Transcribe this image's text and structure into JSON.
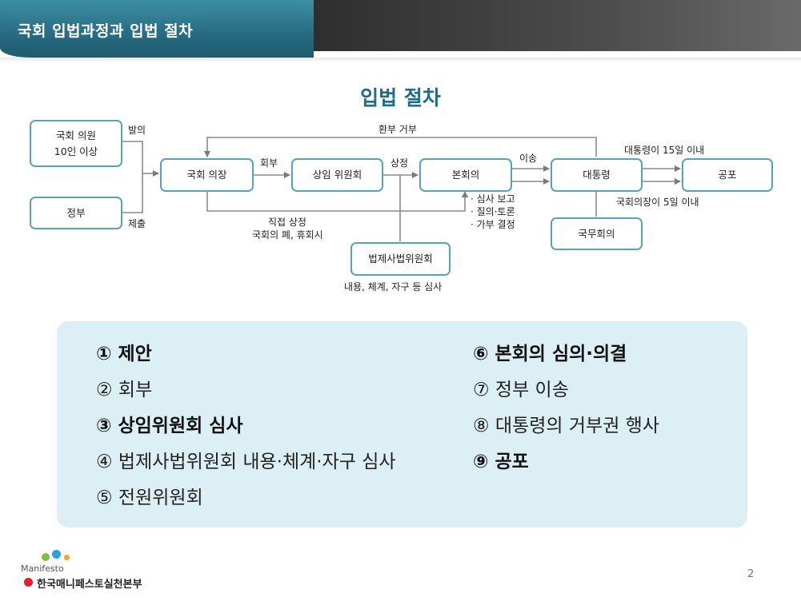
{
  "header": {
    "title": "국회 입법과정과 입법 절차"
  },
  "diagram": {
    "title": "입법 절차",
    "nodes": {
      "members": "국회 의원\n10인 이상",
      "government": "정부",
      "speaker": "국회 의장",
      "committee": "상임 위원회",
      "plenary": "본회의",
      "president": "대통령",
      "promulgation": "공포",
      "legislation_committee": "법제사법위원회",
      "cabinet": "국무회의"
    },
    "labels": {
      "propose": "발의",
      "submit": "제출",
      "refer": "회부",
      "table": "상정",
      "transfer": "이송",
      "veto": "환부 거부",
      "within15": "대통령이 15일 이내",
      "within5": "국회의장이 5일 이내",
      "direct_line1": "직접 상정",
      "direct_line2": "국회의 폐, 휴회시",
      "plenary_notes": [
        "· 심사 보고",
        "· 질의·토론",
        "· 가부 결정"
      ],
      "review_note": "내용, 체계, 자구 등 심사"
    }
  },
  "steps": {
    "s1": "① 제안",
    "s2": "② 회부",
    "s3": "③ 상임위원회 심사",
    "s4": "④ 법제사법위원회 내용·체계·자구 심사",
    "s5": "⑤ 전원위원회",
    "s6": "⑥ 본회의 심의·의결",
    "s7": "⑦ 정부 이송",
    "s8": "⑧ 대통령의 거부권 행사",
    "s9": "⑨ 공포"
  },
  "footer": {
    "logo_word": "Manifesto",
    "org_name": "한국매니페스토실천본부",
    "page_number": "2"
  },
  "colors": {
    "header_teal": "#2a6e84",
    "box_border": "#59a3b9",
    "title_color": "#1f6d88",
    "panel_bg": "#dbeff5",
    "logo_red": "#e0202a"
  }
}
